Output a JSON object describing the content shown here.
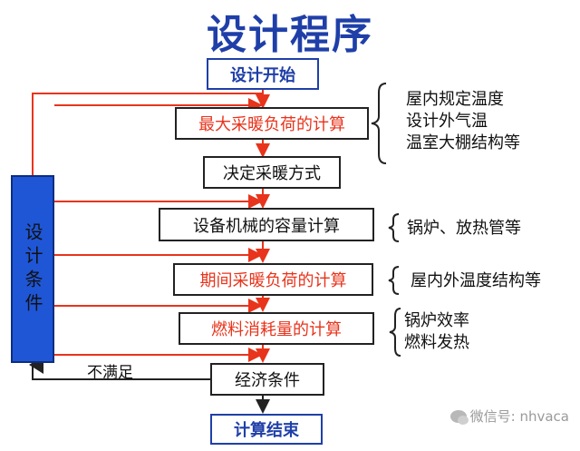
{
  "title": "设计程序",
  "side": {
    "label": "设计条件"
  },
  "boxes": {
    "start": "设计开始",
    "max_load": "最大采暖负荷的计算",
    "method": "决定采暖方式",
    "capacity": "设备机械的容量计算",
    "period_load": "期间采暖负荷的计算",
    "fuel": "燃料消耗量的计算",
    "economy": "经济条件",
    "end": "计算结束"
  },
  "notes": {
    "max_load": [
      "屋内规定温度",
      "设计外气温",
      "温室大棚结构等"
    ],
    "capacity": [
      "锅炉、放热管等"
    ],
    "period_load": [
      "屋内外温度结构等"
    ],
    "fuel": [
      "锅炉效率",
      "燃料发热"
    ]
  },
  "feedback_label": "不满足",
  "watermark": "微信号: nhvaca",
  "colors": {
    "title": "#1f3fa8",
    "red": "#e8341c",
    "side_fill": "#1f56d6"
  }
}
